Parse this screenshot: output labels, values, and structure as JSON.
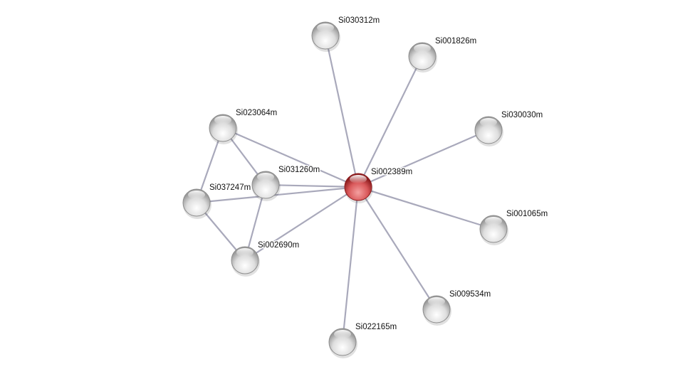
{
  "network": {
    "center_node": "Si002389m",
    "nodes": [
      {
        "id": "Si002389m",
        "label": "Si002389m",
        "color": "#d9585a",
        "query": true
      },
      {
        "id": "Si030312m",
        "label": "Si030312m",
        "color": "#d8d8d8"
      },
      {
        "id": "Si001826m",
        "label": "Si001826m",
        "color": "#d8d8d8"
      },
      {
        "id": "Si030030m",
        "label": "Si030030m",
        "color": "#d8d8d8"
      },
      {
        "id": "Si023064m",
        "label": "Si023064m",
        "color": "#d8d8d8"
      },
      {
        "id": "Si031260m",
        "label": "Si031260m",
        "color": "#d8d8d8"
      },
      {
        "id": "Si037247m",
        "label": "Si037247m",
        "color": "#d8d8d8"
      },
      {
        "id": "Si001065m",
        "label": "Si001065m",
        "color": "#d8d8d8"
      },
      {
        "id": "Si002690m",
        "label": "Si002690m",
        "color": "#d8d8d8"
      },
      {
        "id": "Si009534m",
        "label": "Si009534m",
        "color": "#d8d8d8"
      },
      {
        "id": "Si022165m",
        "label": "Si022165m",
        "color": "#d8d8d8"
      }
    ],
    "edges": [
      [
        "Si002389m",
        "Si030312m"
      ],
      [
        "Si002389m",
        "Si001826m"
      ],
      [
        "Si002389m",
        "Si030030m"
      ],
      [
        "Si002389m",
        "Si023064m"
      ],
      [
        "Si002389m",
        "Si031260m"
      ],
      [
        "Si002389m",
        "Si037247m"
      ],
      [
        "Si002389m",
        "Si001065m"
      ],
      [
        "Si002389m",
        "Si002690m"
      ],
      [
        "Si002389m",
        "Si009534m"
      ],
      [
        "Si002389m",
        "Si022165m"
      ],
      [
        "Si023064m",
        "Si037247m"
      ],
      [
        "Si023064m",
        "Si031260m"
      ],
      [
        "Si037247m",
        "Si002690m"
      ],
      [
        "Si031260m",
        "Si002690m"
      ]
    ],
    "edge_color": "#a9a9bb"
  }
}
